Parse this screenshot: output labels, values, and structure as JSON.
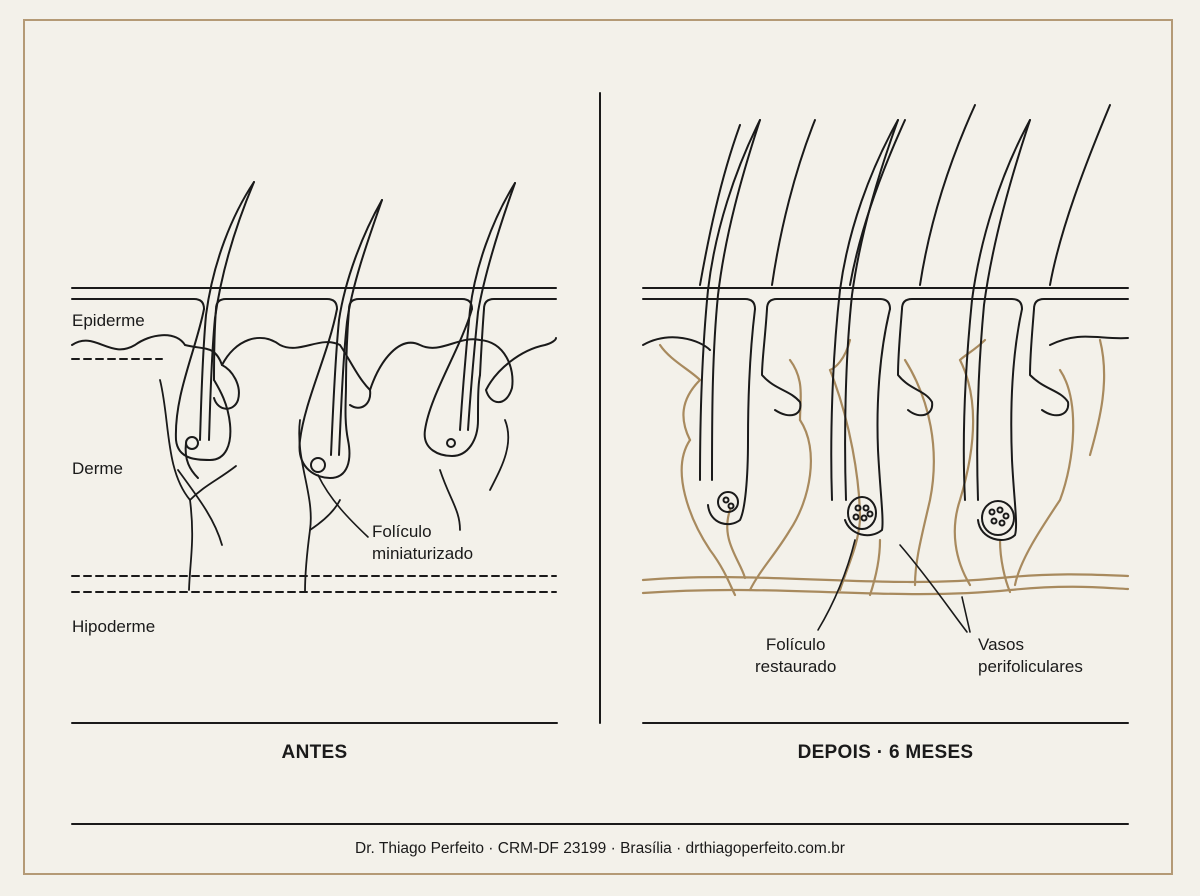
{
  "colors": {
    "ink": "#1a1a1a",
    "vessel": "#a88a5e",
    "frame": "#b49a76",
    "background": "#f3f1ea"
  },
  "panels": {
    "before": {
      "caption": "ANTES",
      "layers": {
        "epidermis": "Epiderme",
        "dermis": "Derme",
        "hypodermis": "Hipoderme"
      },
      "annotation": [
        "Folículo",
        "miniaturizado"
      ]
    },
    "after": {
      "caption": "DEPOIS · 6 MESES",
      "annotations": {
        "follicle": [
          "Folículo",
          "restaurado"
        ],
        "vessels": [
          "Vasos",
          "perifoliculares"
        ]
      }
    }
  },
  "footer": "Dr. Thiago Perfeito · CRM-DF 23199 · Brasília · drthiagoperfeito.com.br"
}
